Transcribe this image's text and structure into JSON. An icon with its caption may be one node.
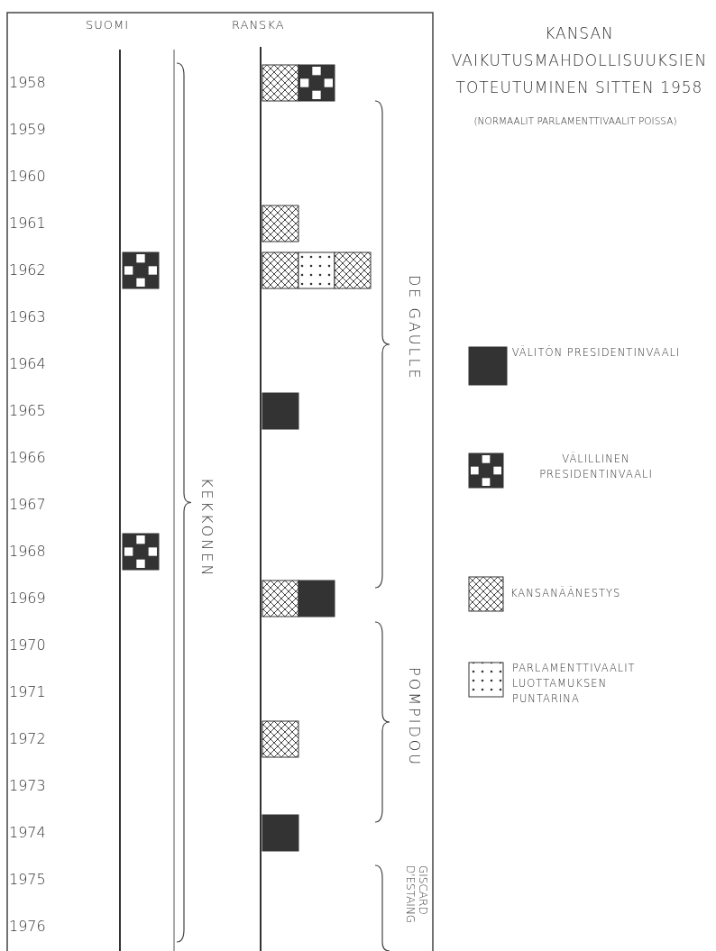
{
  "diagram": {
    "title": "KANSAN VAIKUTUSMAHDOLLISUUKSIEN TOTEUTUMINEN SITTEN 1958",
    "labels": [
      "(NORMAALIT PARLAMENTTIVAALIT POISSA)",
      "SUOMI",
      "RANSKA",
      "1958",
      "1959",
      "1960",
      "1961",
      "1962",
      "1963",
      "1964",
      "1965",
      "1966",
      "1967",
      "1968",
      "1969",
      "1970",
      "1971",
      "1972",
      "1973",
      "1974",
      "1975",
      "1976",
      "KEKKONEN",
      "DE GAULLE",
      "POMPIDOU",
      "GISCARD D'ESTAING"
    ],
    "legend": [
      {
        "text": "VÄLITÖN PRESIDENTINVAALI"
      },
      {
        "text": "VÄLILLINEN PRESIDENTINVAALI"
      },
      {
        "text": "KANSANÄÄNESTYS"
      },
      {
        "text": "PARLAMENTTIVAALIT LUOTTAMUKSEN PUNTARINA"
      }
    ]
  }
}
